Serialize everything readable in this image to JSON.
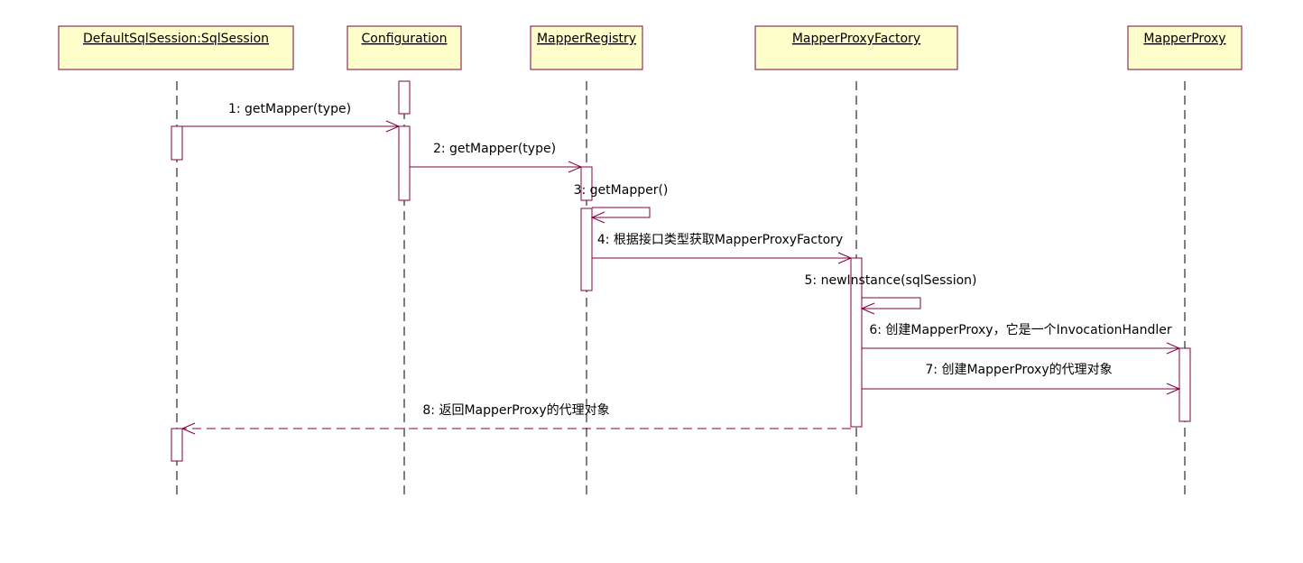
{
  "colors": {
    "box_fill": "#ffffcc",
    "border": "#800040",
    "text": "#000000",
    "background": "#ffffff"
  },
  "lifelines": [
    {
      "id": "ll1",
      "label": "DefaultSqlSession:SqlSession"
    },
    {
      "id": "ll2",
      "label": "Configuration"
    },
    {
      "id": "ll3",
      "label": "MapperRegistry"
    },
    {
      "id": "ll4",
      "label": "MapperProxyFactory"
    },
    {
      "id": "ll5",
      "label": "MapperProxy"
    }
  ],
  "messages": [
    {
      "num": "1",
      "text": "1: getMapper(type)",
      "from": "DefaultSqlSession:SqlSession",
      "to": "Configuration",
      "style": "sync"
    },
    {
      "num": "2",
      "text": "2: getMapper(type)",
      "from": "Configuration",
      "to": "MapperRegistry",
      "style": "sync"
    },
    {
      "num": "3",
      "text": "3: getMapper()",
      "from": "MapperRegistry",
      "to": "MapperRegistry",
      "style": "self"
    },
    {
      "num": "4",
      "text": "4: 根据接口类型获取MapperProxyFactory",
      "from": "MapperRegistry",
      "to": "MapperProxyFactory",
      "style": "sync"
    },
    {
      "num": "5",
      "text": "5: newInstance(sqlSession)",
      "from": "MapperProxyFactory",
      "to": "MapperProxyFactory",
      "style": "self"
    },
    {
      "num": "6",
      "text": "6: 创建MapperProxy，它是一个InvocationHandler",
      "from": "MapperProxyFactory",
      "to": "MapperProxy",
      "style": "sync"
    },
    {
      "num": "7",
      "text": "7: 创建MapperProxy的代理对象",
      "from": "MapperProxyFactory",
      "to": "MapperProxy",
      "style": "sync"
    },
    {
      "num": "8",
      "text": "8: 返回MapperProxy的代理对象",
      "from": "MapperProxyFactory",
      "to": "DefaultSqlSession:SqlSession",
      "style": "return"
    }
  ]
}
